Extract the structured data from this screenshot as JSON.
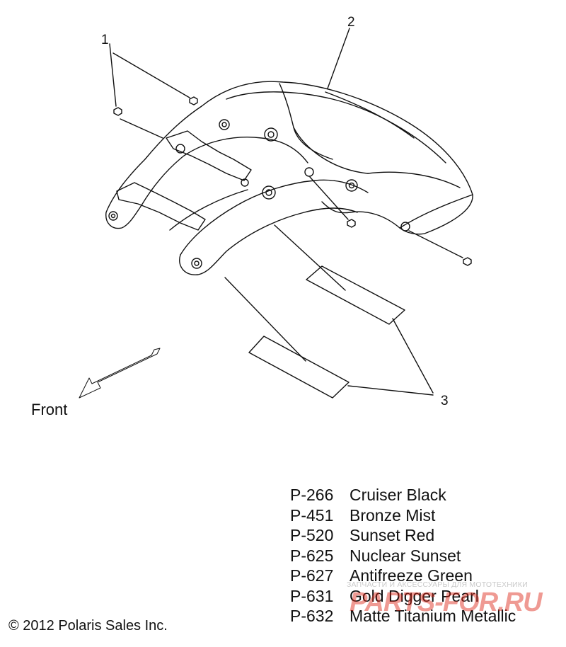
{
  "callouts": {
    "one": "1",
    "two": "2",
    "three": "3"
  },
  "front_label": "Front",
  "colors": [
    {
      "code": "P-266",
      "name": "Cruiser Black"
    },
    {
      "code": "P-451",
      "name": "Bronze Mist"
    },
    {
      "code": "P-520",
      "name": "Sunset Red"
    },
    {
      "code": "P-625",
      "name": "Nuclear Sunset"
    },
    {
      "code": "P-627",
      "name": "Antifreeze Green"
    },
    {
      "code": "P-631",
      "name": "Gold Digger Pearl"
    },
    {
      "code": "P-632",
      "name": "Matte Titanium Metallic"
    }
  ],
  "copyright": "© 2012 Polaris Sales Inc.",
  "watermark": {
    "tagline": "ЗАПЧАСТИ И АКСЕССУАРЫ ДЛЯ МОТОТЕХНИКИ",
    "logo": "PARTS-FOR.RU"
  }
}
